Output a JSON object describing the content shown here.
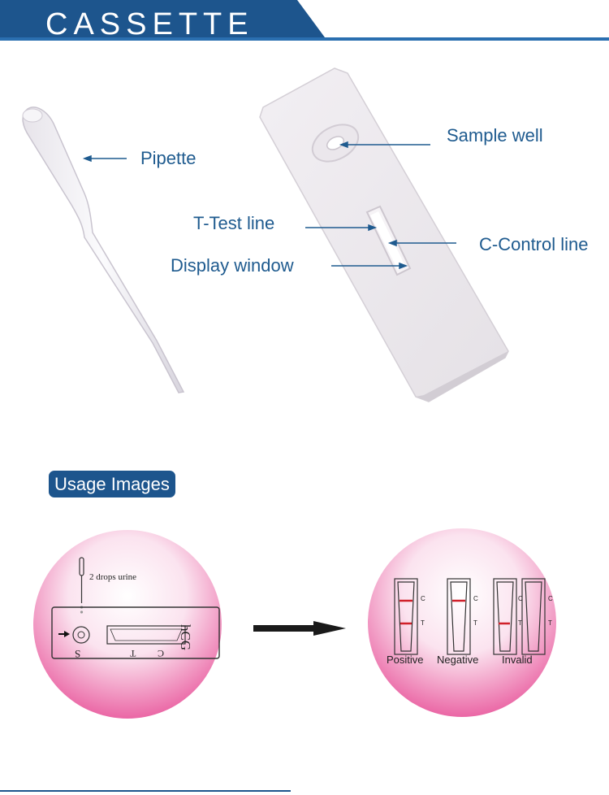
{
  "header": {
    "title": "CASSETTE",
    "colors": {
      "bar": "#1d558d",
      "edge": "#2a6fb0"
    }
  },
  "product": {
    "labels": {
      "pipette": "Pipette",
      "sample_well": "Sample well",
      "t_test_line": "T-Test line",
      "c_control_line": "C-Control line",
      "display_window": "Display window"
    }
  },
  "usage": {
    "badge": "Usage Images",
    "left_panel": {
      "instruction": "2 drops urine",
      "brand": "hCG",
      "marks": {
        "s": "S",
        "t": "T",
        "c": "C"
      }
    },
    "right_panel": {
      "results": [
        "Positive",
        "Negative",
        "Invalid"
      ],
      "marks": {
        "c": "C",
        "t": "T"
      }
    }
  },
  "colors": {
    "accent": "#1d558d",
    "label": "#1f5b8f",
    "result_line": "#d0202a",
    "circle_center": "#ffffff",
    "circle_edge": "#e8549a"
  }
}
